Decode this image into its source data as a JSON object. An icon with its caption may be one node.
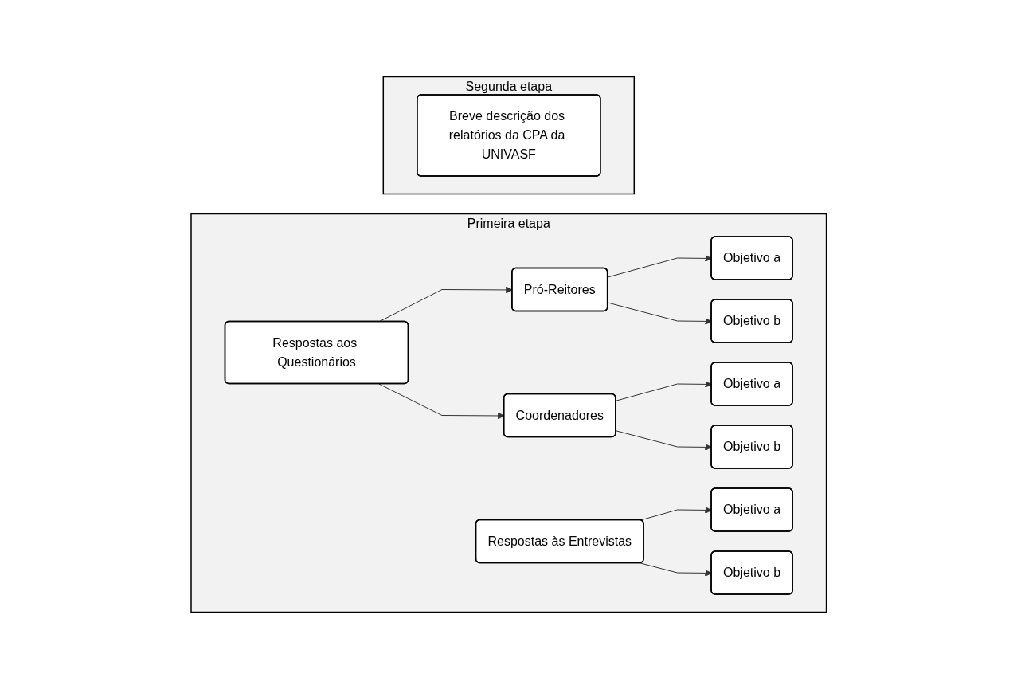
{
  "diagram": {
    "nodes": [
      {
        "text": [
          "Primeira etapa"
        ]
      },
      {
        "text": [
          "Respostas aos Questionários"
        ],
        "in": 0
      },
      {
        "text": [
          "Pró-Reitores"
        ],
        "in": 0
      },
      {
        "text": [
          "Coordenadores"
        ],
        "in": 0
      },
      {
        "text": [
          "Objetivo a"
        ],
        "in": 0
      },
      {
        "text": [
          "Objetivo b"
        ],
        "in": 0
      },
      {
        "text": [
          "Objetivo a"
        ],
        "in": 0
      },
      {
        "text": [
          "Objetivo b"
        ],
        "in": 0
      },
      {
        "text": [
          "Respostas às Entrevistas"
        ],
        "in": 0
      },
      {
        "text": [
          "Objetivo a"
        ],
        "in": 0
      },
      {
        "text": [
          "Objetivo b"
        ],
        "in": 0
      },
      {
        "text": [
          "Segunda etapa"
        ]
      },
      {
        "text": [
          "Breve descrição dos relatórios da CPA da UNIVASF"
        ],
        "in": 11
      }
    ],
    "edges": [
      {
        "from": 1,
        "to": 2,
        "arrow": "to"
      },
      {
        "from": 1,
        "to": 3,
        "arrow": "to"
      },
      {
        "from": 2,
        "to": 4,
        "arrow": "to"
      },
      {
        "from": 2,
        "to": 5,
        "arrow": "to"
      },
      {
        "from": 3,
        "to": 6,
        "arrow": "to"
      },
      {
        "from": 3,
        "to": 7,
        "arrow": "to"
      },
      {
        "from": 8,
        "to": 9,
        "arrow": "to"
      },
      {
        "from": 8,
        "to": 10,
        "arrow": "to"
      }
    ]
  }
}
